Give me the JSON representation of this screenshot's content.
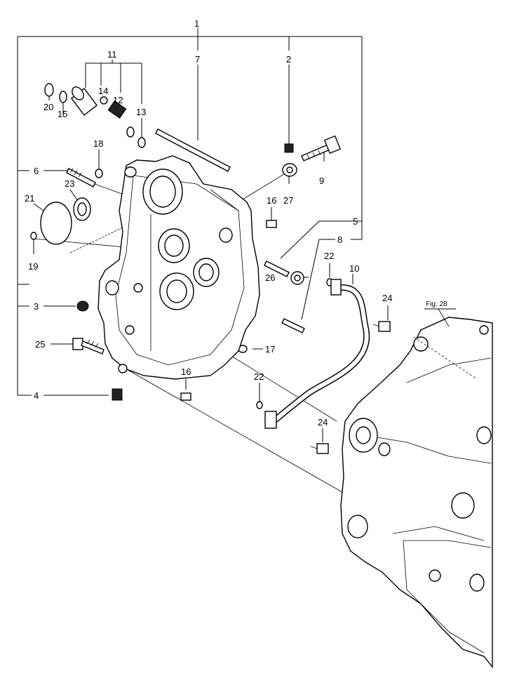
{
  "diagram": {
    "figure_ref": "Fig. 28",
    "callouts": {
      "c1": "1",
      "c2": "2",
      "c3": "3",
      "c4": "4",
      "c5": "5",
      "c6": "6",
      "c7": "7",
      "c8": "8",
      "c9": "9",
      "c10": "10",
      "c11": "11",
      "c12": "12",
      "c13": "13",
      "c14": "14",
      "c15": "15",
      "c16a": "16",
      "c16b": "16",
      "c17": "17",
      "c18": "18",
      "c19": "19",
      "c20": "20",
      "c21": "21",
      "c22a": "22",
      "c22b": "22",
      "c23": "23",
      "c24a": "24",
      "c24b": "24",
      "c25": "25",
      "c26": "26",
      "c27": "27"
    }
  }
}
